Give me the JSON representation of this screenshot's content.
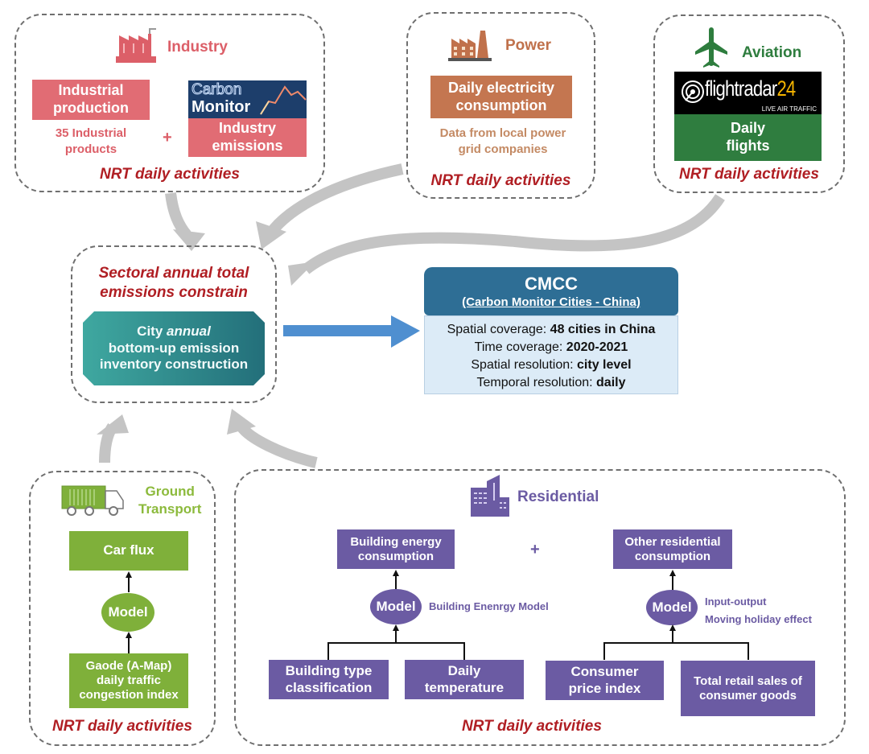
{
  "colors": {
    "industry": "#dc5f68",
    "power": "#c0714b",
    "aviation": "#2e7d3e",
    "ground": "#7fb03a",
    "residential": "#6b5ba3",
    "nrt_red": "#b01e23",
    "cmcc_header": "#2e6e95",
    "cmcc_body": "#dcebf7",
    "arrow_blue": "#4f8fd0",
    "arrow_gray": "#c4c4c4",
    "teal": "#2e8c8c"
  },
  "industry": {
    "title": "Industry",
    "icon": "factory-icon",
    "production_box": "Industrial production",
    "products_note_line1": "35 Industrial",
    "products_note_line2": "products",
    "plus": "+",
    "carbon_monitor_logo_line1": "Carbon",
    "carbon_monitor_logo_line2": "Monitor",
    "emissions_box_line1": "Industry",
    "emissions_box_line2": "emissions",
    "footer": "NRT daily activities"
  },
  "power": {
    "title": "Power",
    "icon": "power-plant-icon",
    "box_line1": "Daily electricity",
    "box_line2": "consumption",
    "note_line1": "Data from local power",
    "note_line2": "grid companies",
    "footer": "NRT daily activities"
  },
  "aviation": {
    "title": "Aviation",
    "icon": "airplane-icon",
    "logo_main": "flightradar",
    "logo_num": "24",
    "logo_sub": "LIVE AIR TRAFFIC",
    "box_line1": "Daily",
    "box_line2": "flights",
    "footer": "NRT daily activities"
  },
  "center": {
    "constraint_line1": "Sectoral annual total",
    "constraint_line2": "emissions constrain",
    "inventory_city": "City ",
    "inventory_annual": "annual",
    "inventory_line2": "bottom-up emission",
    "inventory_line3": "inventory construction"
  },
  "cmcc": {
    "title": "CMCC",
    "subtitle": "(Carbon Monitor Cities - China)",
    "rows": [
      {
        "label": "Spatial coverage: ",
        "value": "48 cities in China"
      },
      {
        "label": "Time coverage: ",
        "value": "2020-2021"
      },
      {
        "label": "Spatial resolution: ",
        "value": "city level"
      },
      {
        "label": "Temporal resolution: ",
        "value": "daily"
      }
    ]
  },
  "ground": {
    "title_line1": "Ground",
    "title_line2": "Transport",
    "icon": "truck-icon",
    "output_box": "Car flux",
    "model": "Model",
    "input_line1": "Gaode (A-Map)",
    "input_line2": "daily traffic",
    "input_line3": "congestion index",
    "footer": "NRT daily activities"
  },
  "residential": {
    "title": "Residential",
    "icon": "buildings-icon",
    "plus": "+",
    "left": {
      "output_line1": "Building energy",
      "output_line2": "consumption",
      "model": "Model",
      "model_note": "Building Enenrgy Model",
      "input1_line1": "Building type",
      "input1_line2": "classification",
      "input2_line1": "Daily",
      "input2_line2": "temperature"
    },
    "right": {
      "output_line1": "Other residential",
      "output_line2": "consumption",
      "model": "Model",
      "model_note_line1": "Input-output",
      "model_note_line2": "Moving holiday effect",
      "input1_line1": "Consumer",
      "input1_line2": "price index",
      "input2_line1": "Total retail sales of",
      "input2_line2": "consumer goods"
    },
    "footer": "NRT daily activities"
  }
}
